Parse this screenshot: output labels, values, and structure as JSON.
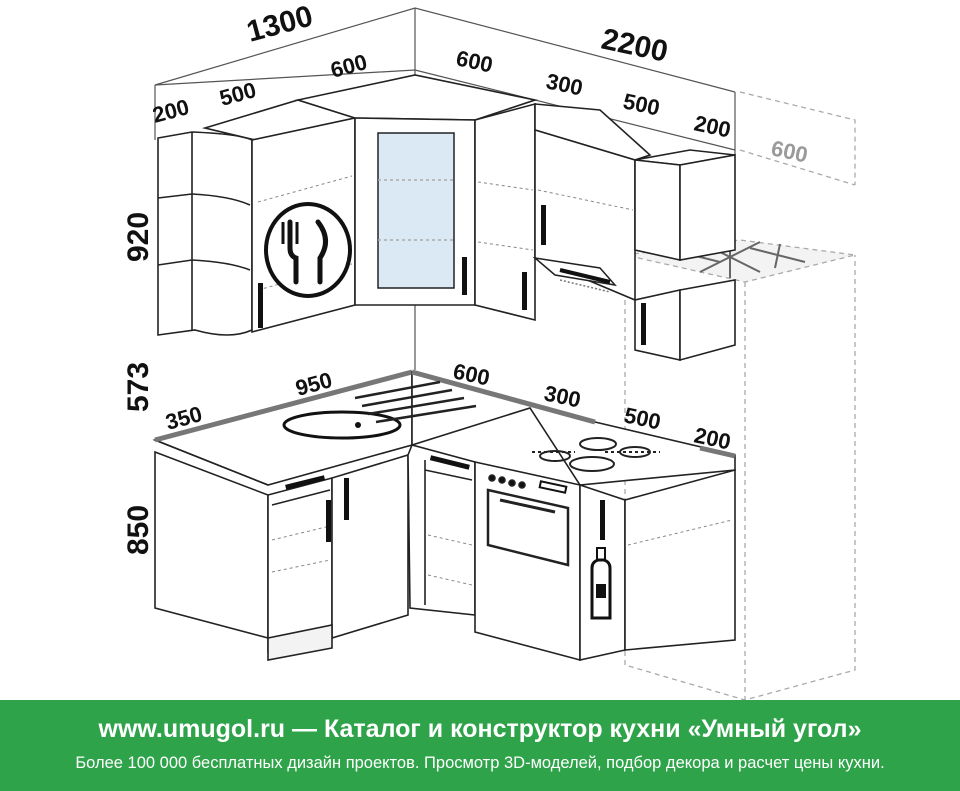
{
  "dimensions": {
    "top_left_width": "1300",
    "top_right_width": "2200",
    "upper_left": [
      "200",
      "500",
      "600"
    ],
    "upper_right": [
      "600",
      "300",
      "500",
      "200"
    ],
    "fridge_width": "600",
    "upper_height": "920",
    "gap_height": "573",
    "base_height": "850",
    "counter_left": [
      "350",
      "950"
    ],
    "counter_right": [
      "600",
      "300",
      "500",
      "200"
    ]
  },
  "banner": {
    "title": "www.umugol.ru — Каталог и конструктор кухни «Умный угол»",
    "subtitle": "Более 100 000 бесплатных дизайн проектов. Просмотр 3D-моделей, подбор декора и расчет цены кухни."
  },
  "colors": {
    "banner": "#2ea34a",
    "glass": "#dbe9f5",
    "outline": "#222222",
    "ghost": "#aaaaaa"
  }
}
